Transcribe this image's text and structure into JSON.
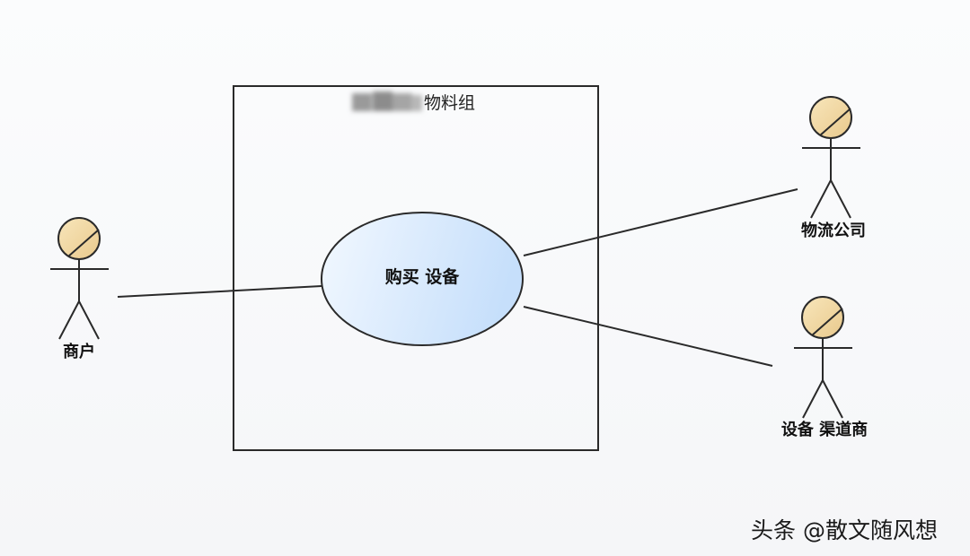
{
  "system": {
    "name": "物料组",
    "name_blurred": true
  },
  "use_case": {
    "label": "购买 设备"
  },
  "actors": [
    {
      "id": "merchant",
      "label": "商户"
    },
    {
      "id": "logistics",
      "label": "物流公司"
    },
    {
      "id": "equipment-channel",
      "label": "设备 渠道商"
    }
  ],
  "associations": [
    {
      "from": "merchant",
      "to": "use_case"
    },
    {
      "from": "use_case",
      "to": "logistics"
    },
    {
      "from": "use_case",
      "to": "equipment-channel"
    }
  ],
  "watermark": {
    "text": "头条 @散文随风想"
  },
  "colors": {
    "actor_head_fill": "#f2dba6",
    "usecase_fill_light": "#f2f8ff",
    "usecase_fill_dark": "#c6dffb",
    "stroke": "#2a2a2a"
  }
}
